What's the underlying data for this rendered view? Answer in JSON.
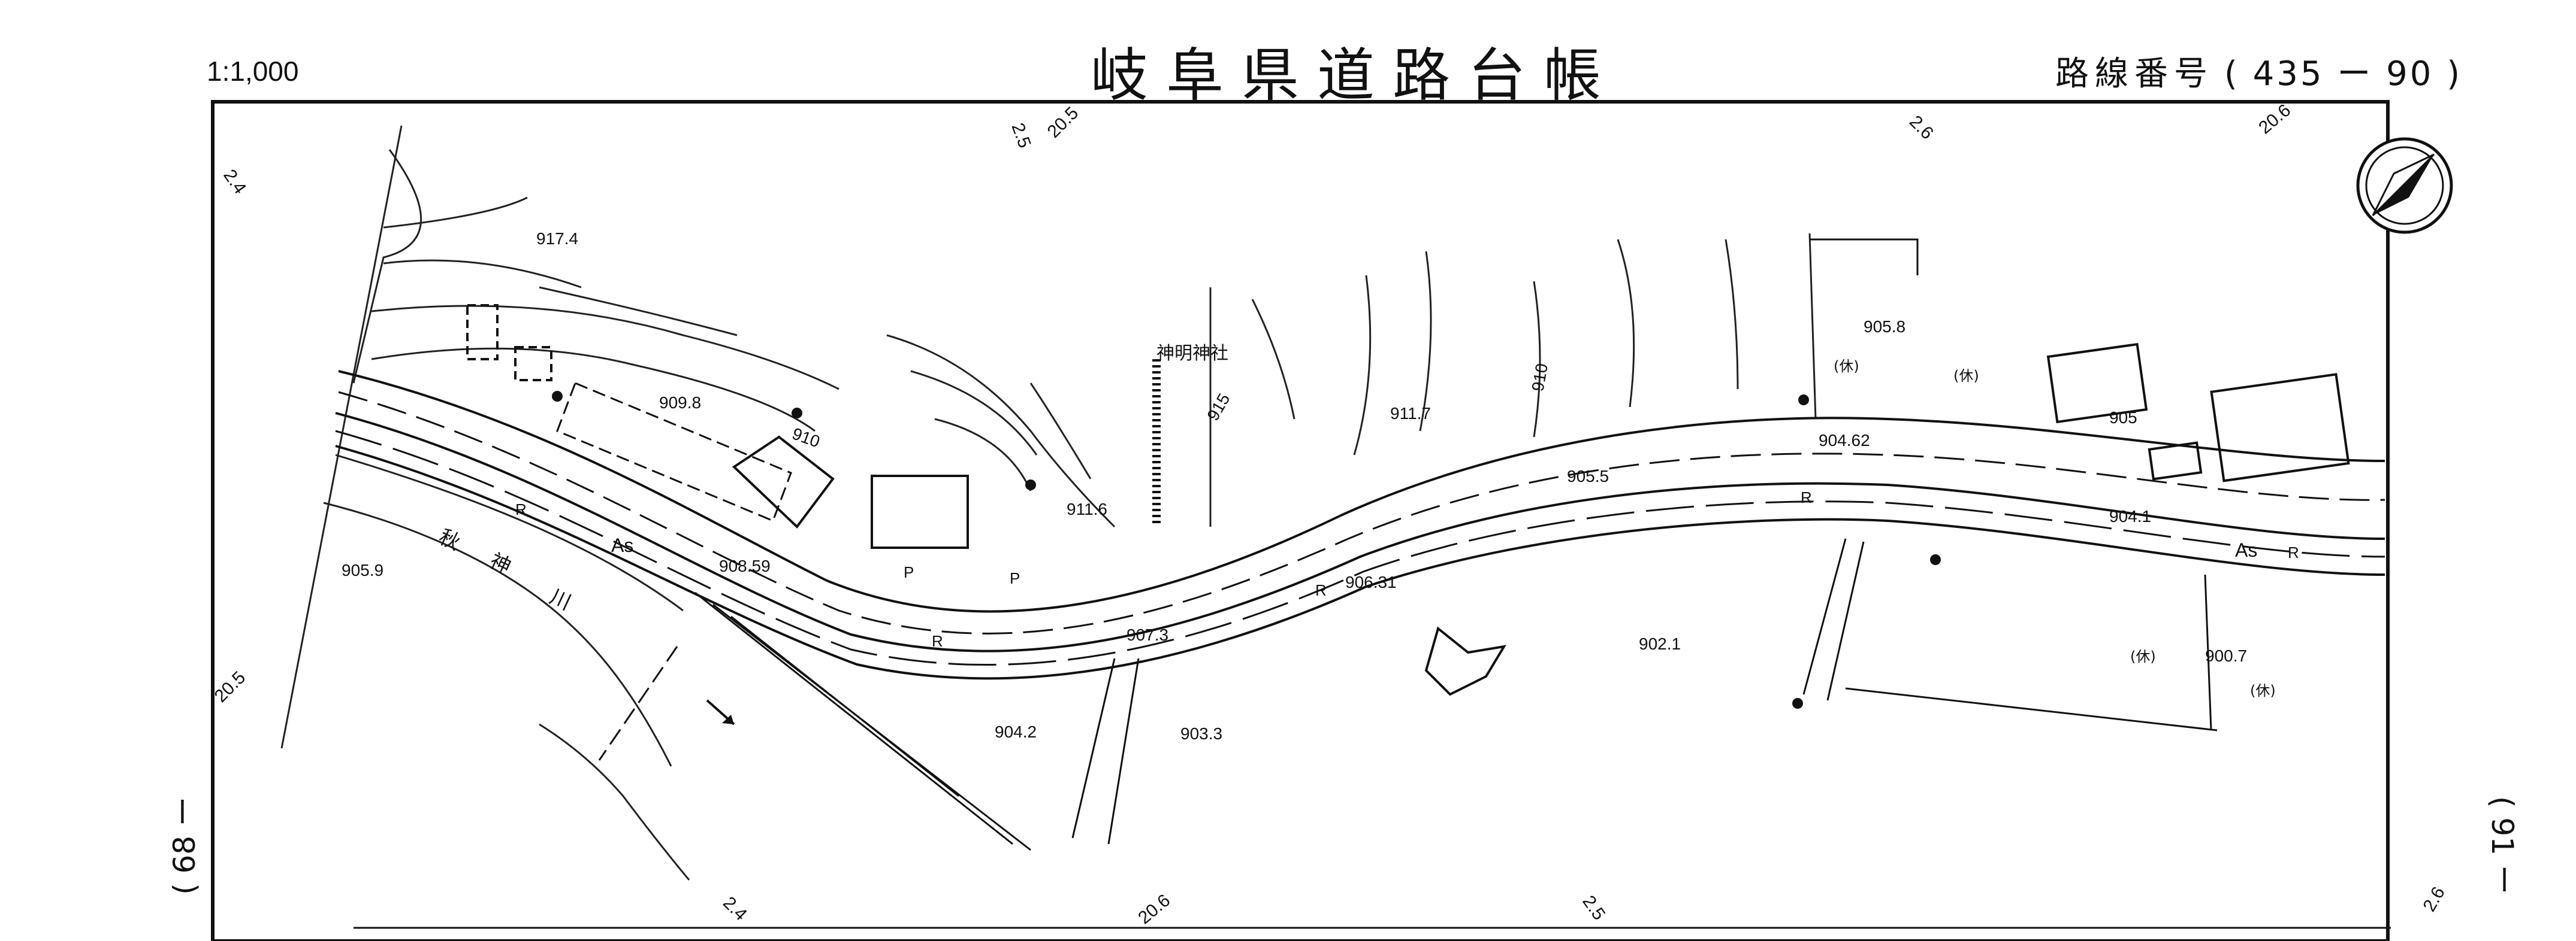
{
  "header": {
    "scale": "1:1,000",
    "title": "岐阜県道路台帳",
    "route_label": "路線番号",
    "route_number": "( 435 ー 90 )"
  },
  "side_labels": {
    "left": "( 68 ー",
    "right": "( 91 ー"
  },
  "map": {
    "shrine": "神明神社",
    "river": [
      "秋",
      "神",
      "川"
    ],
    "road_surface": [
      "As",
      "As"
    ],
    "rest_marks": [
      "(休)",
      "(休)",
      "(休)",
      "(休)"
    ],
    "r_marks": [
      "R",
      "R",
      "R",
      "R",
      "R"
    ],
    "p_marks": [
      "P",
      "P"
    ],
    "elevations": [
      "917.4",
      "909.8",
      "908.59",
      "905.9",
      "911.7",
      "911.6",
      "906.31",
      "907.3",
      "905.5",
      "904.62",
      "905.8",
      "904.1",
      "902.1",
      "904.2",
      "903.3",
      "900.7"
    ],
    "contours": [
      "910",
      "915",
      "910",
      "905"
    ],
    "grid_ticks_top": [
      "2.5",
      "20.5",
      "2.6",
      "20.6"
    ],
    "grid_ticks_bottom": [
      "2.4",
      "20.6",
      "2.5",
      "2.6"
    ],
    "grid_ticks_left": [
      "2.4",
      "20.5"
    ]
  }
}
